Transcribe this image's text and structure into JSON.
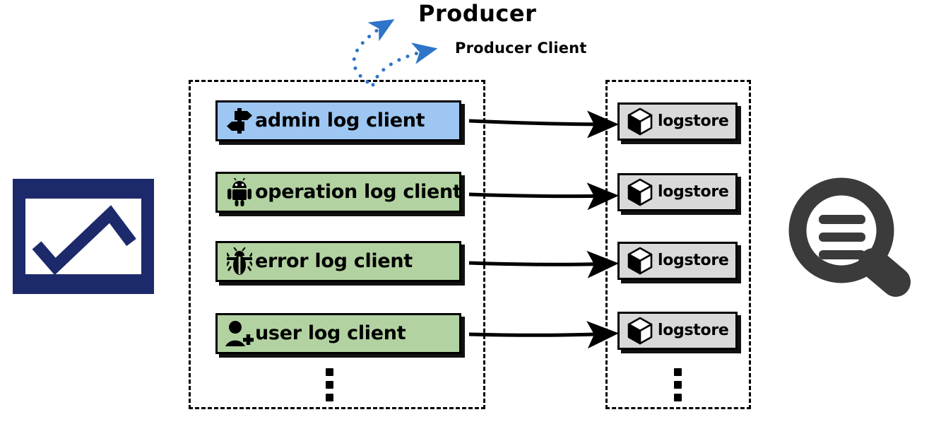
{
  "diagram": {
    "title": "log client to logstore producer diagram",
    "colors": {
      "client_blue": "#9dc6f2",
      "client_green": "#b2d3a1",
      "logstore_gray": "#d9d9d9",
      "annotation_blue": "#2e74c8",
      "monitor_navy": "#1c2a6b",
      "magnifier_gray": "#3b3b3b",
      "stroke_black": "#000000"
    }
  },
  "annotations": [
    {
      "id": "producer",
      "label": "Producer",
      "points_to": "clients-container"
    },
    {
      "id": "producer-client",
      "label": "Producer Client",
      "points_to": "client-box-admin"
    }
  ],
  "left_icon": {
    "name": "monitor-chart-icon",
    "label": ""
  },
  "right_icon": {
    "name": "log-search-magnifier-icon",
    "label": ""
  },
  "clients": {
    "container_name": "clients-container",
    "items": [
      {
        "label": "admin log client",
        "icon": "signpost-icon",
        "color": "blue"
      },
      {
        "label": "operation log client",
        "icon": "android-icon",
        "color": "green"
      },
      {
        "label": "error log client",
        "icon": "bug-icon",
        "color": "green"
      },
      {
        "label": "user log client",
        "icon": "user-add-icon",
        "color": "green"
      }
    ],
    "more_indicator": "vertical-ellipsis"
  },
  "logstores": {
    "container_name": "logstores-container",
    "items": [
      {
        "label": "logstore",
        "icon": "cube-icon"
      },
      {
        "label": "logstore",
        "icon": "cube-icon"
      },
      {
        "label": "logstore",
        "icon": "cube-icon"
      },
      {
        "label": "logstore",
        "icon": "cube-icon"
      }
    ],
    "more_indicator": "vertical-ellipsis"
  }
}
